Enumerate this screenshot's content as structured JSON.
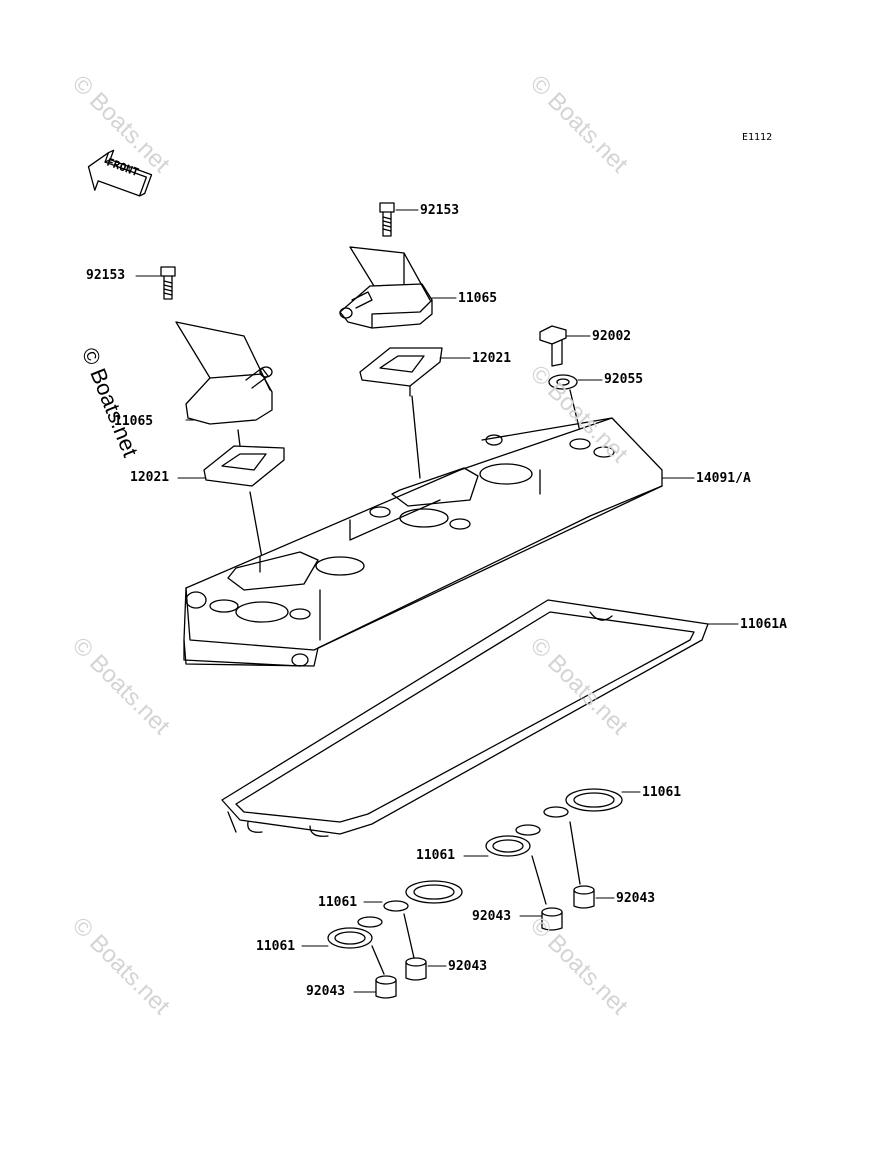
{
  "diagram_id": "E1112",
  "front_label": "FRONT",
  "watermark": "© Boats.net",
  "parts": {
    "p92153_right": "92153",
    "p11065_right": "11065",
    "p12021_right": "12021",
    "p92002": "92002",
    "p92055": "92055",
    "p92153_left": "92153",
    "p11065_left": "11065",
    "p12021_left": "12021",
    "p14091": "14091/A",
    "p11061A": "11061A",
    "p11061_a": "11061",
    "p11061_b": "11061",
    "p11061_c": "11061",
    "p11061_d": "11061",
    "p92043_a": "92043",
    "p92043_b": "92043",
    "p92043_c": "92043",
    "p92043_d": "92043"
  }
}
